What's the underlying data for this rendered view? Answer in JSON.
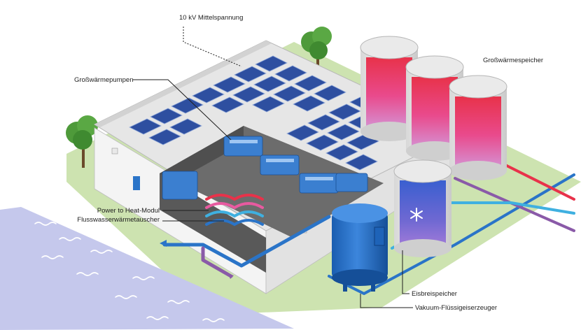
{
  "labels": {
    "medium_voltage": "10 kV Mittelspannung",
    "heat_pumps": "Großwärmepumpen",
    "heat_storage": "Großwärmespeicher",
    "power_to_heat": "Power to Heat-Modul",
    "river_exchanger": "Flusswasserwärmetauscher",
    "ice_slurry_storage": "Eisbreispeicher",
    "vacuum_ice_generator": "Vakuum-Flüssigeiserzeuger"
  },
  "icons": {
    "snowflake": "snowflake-icon",
    "flow_arrows": "flow-arrow-icon"
  },
  "colors": {
    "hot": "#e8324a",
    "warm_pink": "#e85aa0",
    "cold_blue": "#2a74c8",
    "light_blue": "#3fb0e0",
    "purple": "#8a5aa8",
    "river": "#c5c8ec",
    "grass": "#cde3b0",
    "roof": "#e6e6e6",
    "wall": "#f4f4f4"
  }
}
